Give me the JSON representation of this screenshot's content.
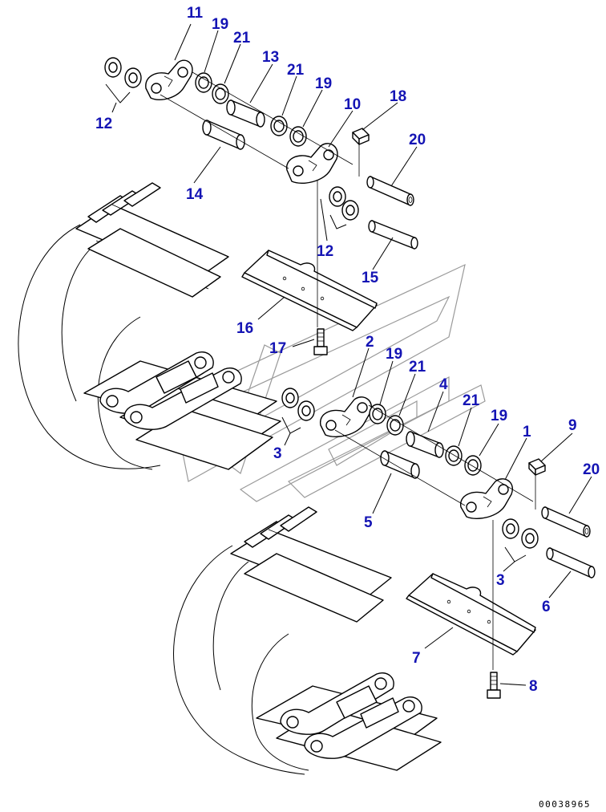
{
  "diagram": {
    "callouts": [
      {
        "id": "c11a",
        "text": "11"
      },
      {
        "id": "c19a",
        "text": "19"
      },
      {
        "id": "c21a",
        "text": "21"
      },
      {
        "id": "c13",
        "text": "13"
      },
      {
        "id": "c21b",
        "text": "21"
      },
      {
        "id": "c19b",
        "text": "19"
      },
      {
        "id": "c10",
        "text": "10"
      },
      {
        "id": "c18",
        "text": "18"
      },
      {
        "id": "c12a",
        "text": "12"
      },
      {
        "id": "c20a",
        "text": "20"
      },
      {
        "id": "c14",
        "text": "14"
      },
      {
        "id": "c12b",
        "text": "12"
      },
      {
        "id": "c15",
        "text": "15"
      },
      {
        "id": "c16",
        "text": "16"
      },
      {
        "id": "c17",
        "text": "17"
      },
      {
        "id": "c2",
        "text": "2"
      },
      {
        "id": "c19c",
        "text": "19"
      },
      {
        "id": "c21c",
        "text": "21"
      },
      {
        "id": "c4",
        "text": "4"
      },
      {
        "id": "c21d",
        "text": "21"
      },
      {
        "id": "c19d",
        "text": "19"
      },
      {
        "id": "c1",
        "text": "1"
      },
      {
        "id": "c9",
        "text": "9"
      },
      {
        "id": "c20b",
        "text": "20"
      },
      {
        "id": "c3a",
        "text": "3"
      },
      {
        "id": "c5",
        "text": "5"
      },
      {
        "id": "c3b",
        "text": "3"
      },
      {
        "id": "c6",
        "text": "6"
      },
      {
        "id": "c7",
        "text": "7"
      },
      {
        "id": "c8",
        "text": "8"
      }
    ],
    "document_number": "00038965"
  }
}
